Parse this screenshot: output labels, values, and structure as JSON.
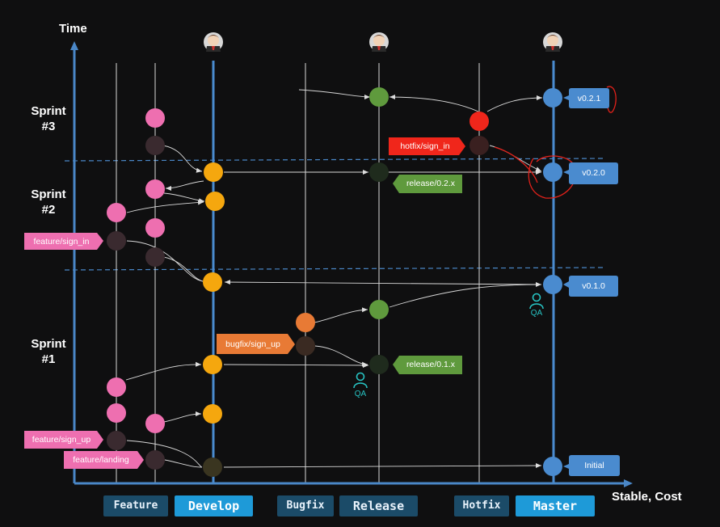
{
  "axes": {
    "y_title": "Time",
    "x_title": "Stable, Cost"
  },
  "sprints": [
    {
      "label_line1": "Sprint",
      "label_line2": "#3"
    },
    {
      "label_line1": "Sprint",
      "label_line2": "#2"
    },
    {
      "label_line1": "Sprint",
      "label_line2": "#1"
    }
  ],
  "lanes": [
    {
      "label": "Feature",
      "style": "dark"
    },
    {
      "label": "Develop",
      "style": "bright"
    },
    {
      "label": "Bugfix",
      "style": "dark"
    },
    {
      "label": "Release",
      "style": "dark"
    },
    {
      "label": "Hotfix",
      "style": "dark"
    },
    {
      "label": "Master",
      "style": "bright"
    }
  ],
  "branch_tags": {
    "feature_sign_in": "feature/sign_in",
    "feature_sign_up": "feature/sign_up",
    "feature_landing": "feature/landing",
    "bugfix_sign_up": "bugfix/sign_up",
    "hotfix_sign_in": "hotfix/sign_in",
    "release_0_2_x": "release/0.2.x",
    "release_0_1_x": "release/0.1.x"
  },
  "version_tags": {
    "v021": "v0.2.1",
    "v020": "v0.2.0",
    "v010": "v0.1.0",
    "initial": "Initial"
  },
  "qa_labels": {
    "release_qa": "QA",
    "master_qa": "QA"
  },
  "colors": {
    "background": "#0f0f10",
    "axis": "#4a87c7",
    "feature": "#ee6fb0",
    "develop": "#f5a70e",
    "bugfix": "#e87a35",
    "release": "#5f9a3d",
    "hotfix": "#f0261b",
    "master": "#4a8bcf",
    "lane_dark": "#1b4b68",
    "lane_bright": "#1e9ad8",
    "qa": "#27c3c3"
  },
  "icons": [
    "jenkins-butler-icon",
    "person-icon",
    "arrow-icon"
  ]
}
